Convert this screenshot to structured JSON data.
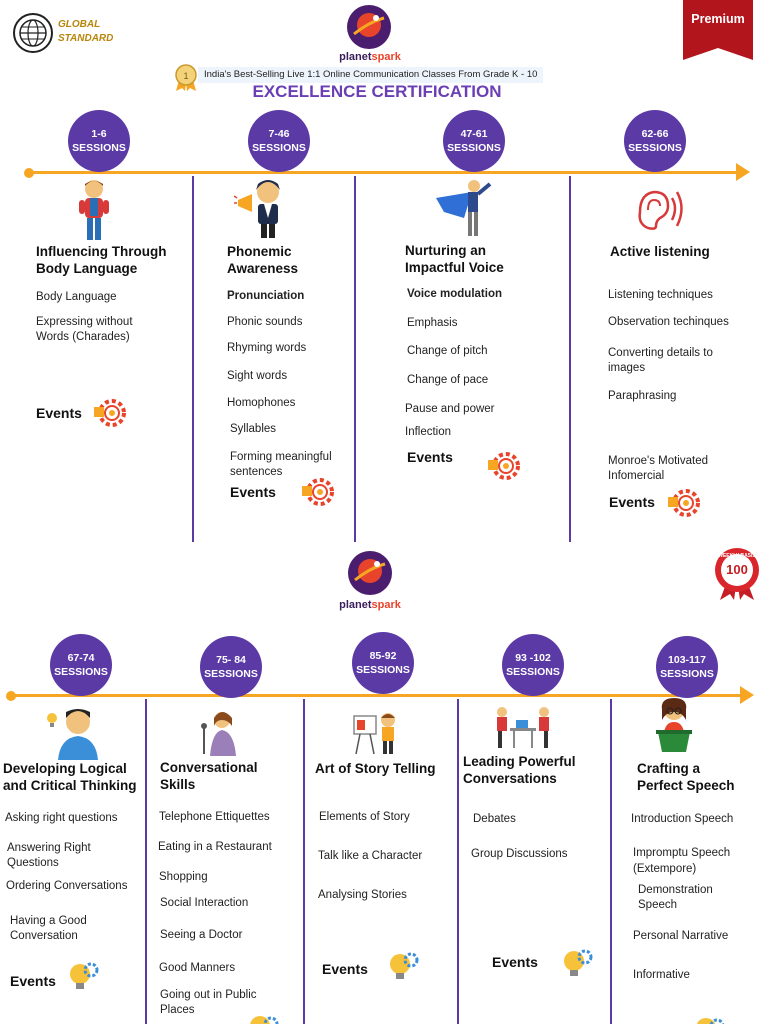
{
  "header": {
    "global_line1": "GLOBAL",
    "global_line2": "STANDARD",
    "brand": "planetspark",
    "brand_prefix": "planet",
    "brand_suffix": "spark",
    "premium": "Premium",
    "medal_number": "1",
    "tagline": "India's Best-Selling Live 1:1 Online Communication Classes From Grade K - 10",
    "title": "EXCELLENCE CERTIFICATION",
    "badge_top": "WEEKLY BASIS",
    "badge_number": "100"
  },
  "colors": {
    "purple": "#5b3aa6",
    "orange": "#f6a623",
    "title_purple": "#6a3fb5",
    "premium_red": "#b3151d"
  },
  "events_label": "Events",
  "top": {
    "sessions": [
      {
        "num": "1-6",
        "word": "SESSIONS"
      },
      {
        "num": "7-46",
        "word": "SESSIONS"
      },
      {
        "num": "47-61",
        "word": "SESSIONS"
      },
      {
        "num": "62-66",
        "word": "SESSIONS"
      }
    ],
    "columns": [
      {
        "title1": "Influencing Through",
        "title2": "Body Language",
        "items": [
          "Body Language",
          "Expressing without",
          "Words (Charades)"
        ]
      },
      {
        "title1": "Phonemic",
        "title2": "Awareness",
        "items": [
          "Pronunciation",
          "Phonic sounds",
          "Rhyming words",
          "Sight words",
          "Homophones",
          "Syllables",
          "Forming meaningful",
          "sentences"
        ]
      },
      {
        "title1": "Nurturing an",
        "title2": "Impactful Voice",
        "items": [
          "Voice modulation",
          "Emphasis",
          "Change of pitch",
          "Change of pace",
          "Pause and power",
          "Inflection"
        ]
      },
      {
        "title1": "Active listening",
        "items": [
          "Listening techniques",
          "Observation techinques",
          "Converting details to",
          "images",
          "Paraphrasing",
          "Monroe's Motivated",
          "Infomercial"
        ]
      }
    ]
  },
  "bottom": {
    "sessions": [
      {
        "num": "67-74",
        "word": "SESSIONS"
      },
      {
        "num": "75- 84",
        "word": "SESSIONS"
      },
      {
        "num": "85-92",
        "word": "SESSIONS"
      },
      {
        "num": "93 -102",
        "word": "SESSIONS"
      },
      {
        "num": "103-117",
        "word": "SESSIONS"
      }
    ],
    "columns": [
      {
        "title1": "Developing Logical",
        "title2": "and Critical Thinking",
        "items": [
          "Asking right questions",
          "Answering Right",
          "Questions",
          "Ordering Conversations",
          "Having a Good",
          "Conversation"
        ]
      },
      {
        "title1": "Conversational",
        "title2": "Skills",
        "items": [
          "Telephone Ettiquettes",
          "Eating in a Restaurant",
          "Shopping",
          "Social Interaction",
          "Seeing a Doctor",
          "Good Manners",
          "Going out in Public",
          "Places"
        ]
      },
      {
        "title1": "Art of Story Telling",
        "items": [
          "Elements of Story",
          "Talk like a Character",
          "Analysing Stories"
        ]
      },
      {
        "title1": "Leading Powerful",
        "title2": "Conversations",
        "items": [
          "Debates",
          "Group Discussions"
        ]
      },
      {
        "title1": "Crafting a",
        "title2": "Perfect Speech",
        "items": [
          "Introduction  Speech",
          "Impromptu Speech",
          "(Extempore)",
          "Demonstration",
          "Speech",
          "Personal Narrative",
          "Informative"
        ]
      }
    ]
  }
}
